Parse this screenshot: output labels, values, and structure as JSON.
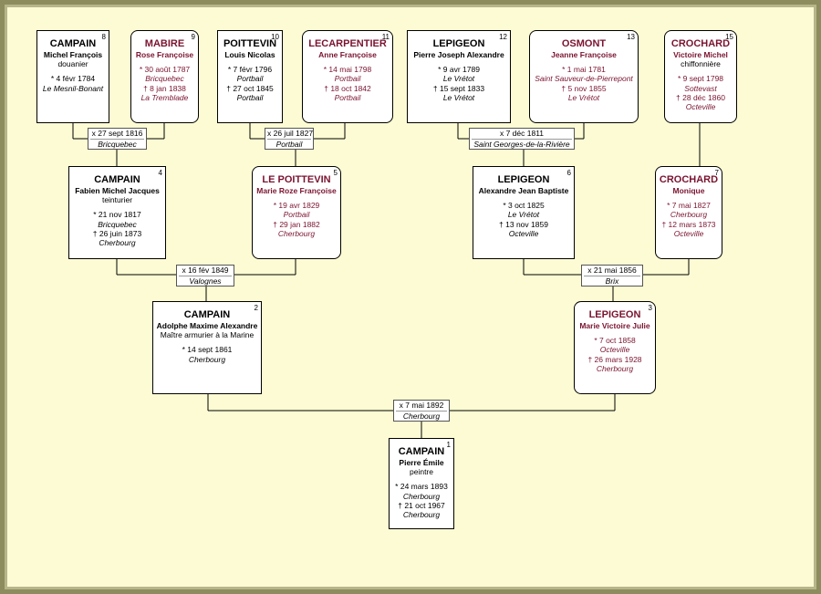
{
  "persons": [
    {
      "num": "8",
      "surname": "CAMPAIN",
      "given": "Michel François",
      "lines": [
        "douanier",
        "* 4 févr 1784",
        "Le Mesnil-Bonant"
      ],
      "female": false
    },
    {
      "num": "9",
      "surname": "MABIRE",
      "given": "Rose Françoise",
      "lines": [
        "* 30 août 1787",
        "Bricquebec",
        "† 8 jan 1838",
        "La Tremblade"
      ],
      "female": true
    },
    {
      "num": "10",
      "surname": "POITTEVIN",
      "given": "Louis Nicolas",
      "lines": [
        "* 7 févr 1796",
        "Portbail",
        "† 27 oct 1845",
        "Portbail"
      ],
      "female": false
    },
    {
      "num": "11",
      "surname": "LECARPENTIER",
      "given": "Anne Françoise",
      "lines": [
        "* 14 mai 1798",
        "Portbail",
        "† 18 oct 1842",
        "Portbail"
      ],
      "female": true
    },
    {
      "num": "12",
      "surname": "LEPIGEON",
      "given": "Pierre Joseph Alexandre",
      "lines": [
        "* 9 avr 1789",
        "Le Vrétot",
        "† 15 sept 1833",
        "Le Vrétot"
      ],
      "female": false
    },
    {
      "num": "13",
      "surname": "OSMONT",
      "given": "Jeanne Françoise",
      "lines": [
        "* 1 mai 1781",
        "Saint Sauveur-de-Pierrepont",
        "† 5 nov 1855",
        "Le Vrétot"
      ],
      "female": true
    },
    {
      "num": "15",
      "surname": "CROCHARD",
      "given": "Victoire Michel",
      "lines": [
        "chiffonnière",
        "* 9 sept 1798",
        "Sottevast",
        "† 28 déc 1860",
        "Octeville"
      ],
      "female": true
    },
    {
      "num": "4",
      "surname": "CAMPAIN",
      "given": "Fabien Michel Jacques",
      "lines": [
        "teinturier",
        "* 21 nov 1817",
        "Bricquebec",
        "† 26 juin 1873",
        "Cherbourg"
      ],
      "female": false
    },
    {
      "num": "5",
      "surname": "LE POITTEVIN",
      "given": "Marie Roze Françoise",
      "lines": [
        "* 19 avr 1829",
        "Portbail",
        "† 29 jan 1882",
        "Cherbourg"
      ],
      "female": true
    },
    {
      "num": "6",
      "surname": "LEPIGEON",
      "given": "Alexandre Jean Baptiste",
      "lines": [
        "* 3 oct 1825",
        "Le Vrétot",
        "† 13 nov 1859",
        "Octeville"
      ],
      "female": false
    },
    {
      "num": "7",
      "surname": "CROCHARD",
      "given": "Monique",
      "lines": [
        "* 7 mai 1827",
        "Cherbourg",
        "† 12 mars 1873",
        "Octeville"
      ],
      "female": true
    },
    {
      "num": "2",
      "surname": "CAMPAIN",
      "given": "Adolphe Maxime Alexandre",
      "lines": [
        "Maître armurier à la Marine",
        "* 14 sept 1861",
        "Cherbourg"
      ],
      "female": false
    },
    {
      "num": "3",
      "surname": "LEPIGEON",
      "given": "Marie Victoire Julie",
      "lines": [
        "* 7 oct 1858",
        "Octeville",
        "† 26 mars 1928",
        "Cherbourg"
      ],
      "female": true
    },
    {
      "num": "1",
      "surname": "CAMPAIN",
      "given": "Pierre Émile",
      "lines": [
        "peintre",
        "* 24 mars 1893",
        "Cherbourg",
        "† 21 oct 1967",
        "Cherbourg"
      ],
      "female": false
    }
  ],
  "marriages": [
    {
      "date": "x 27 sept 1816",
      "place": "Bricquebec"
    },
    {
      "date": "x 26 juil 1827",
      "place": "Portbail"
    },
    {
      "date": "x 7 déc 1811",
      "place": "Saint Georges-de-la-Rivière"
    },
    {
      "date": "x 16 fév 1849",
      "place": "Valognes"
    },
    {
      "date": "x 21 mai 1856",
      "place": "Brix"
    },
    {
      "date": "x 7 mai 1892",
      "place": "Cherbourg"
    }
  ]
}
